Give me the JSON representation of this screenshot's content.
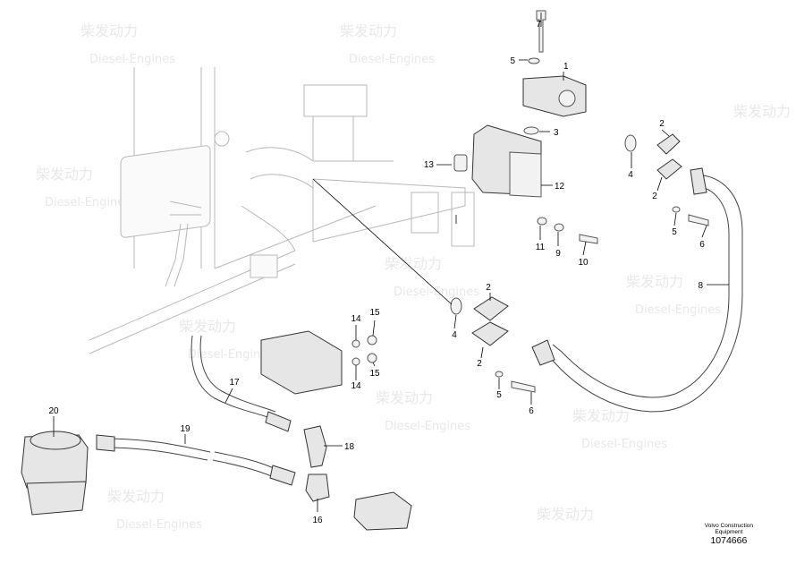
{
  "footer": {
    "org_line1": "Volvo Construction",
    "org_line2": "Equipment",
    "drawing_number": "1074666"
  },
  "watermark": {
    "brand_cn": "柴发动力",
    "brand_en": "Diesel-Engines"
  },
  "callouts": {
    "c1": "1",
    "c2a": "2",
    "c2b": "2",
    "c2c": "2",
    "c2d": "2",
    "c3": "3",
    "c4a": "4",
    "c4b": "4",
    "c5a": "5",
    "c5b": "5",
    "c5c": "5",
    "c6a": "6",
    "c6b": "6",
    "c7": "7",
    "c8": "8",
    "c9": "9",
    "c10": "10",
    "c11": "11",
    "c12": "12",
    "c13": "13",
    "c14a": "14",
    "c14b": "14",
    "c15a": "15",
    "c15b": "15",
    "c16": "16",
    "c17": "17",
    "c18": "18",
    "c19": "19",
    "c20": "20"
  }
}
